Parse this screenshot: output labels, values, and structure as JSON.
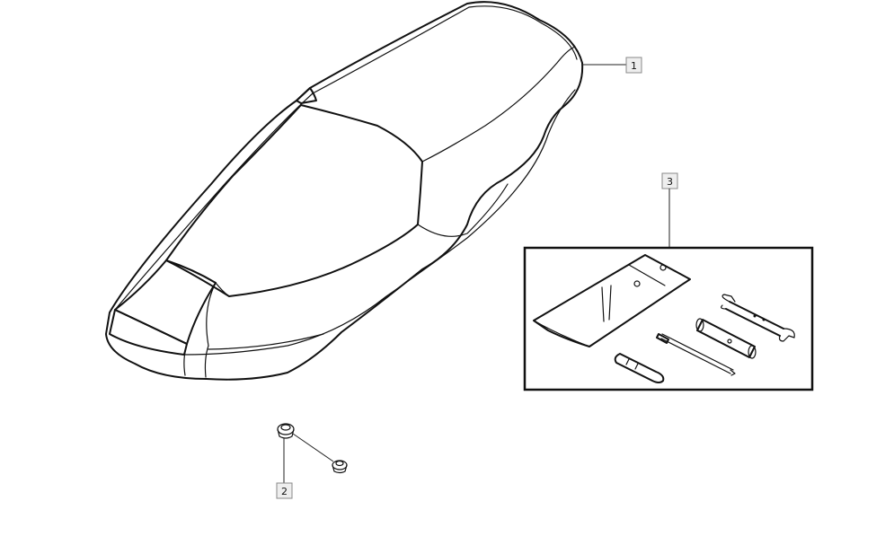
{
  "callouts": {
    "seat": {
      "number": "1"
    },
    "nuts": {
      "number": "2"
    },
    "tool_kit": {
      "number": "3"
    }
  },
  "icons": [
    "seat-icon",
    "cap-nut-icon",
    "tool-kit-icon"
  ]
}
